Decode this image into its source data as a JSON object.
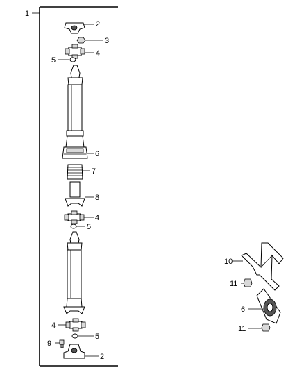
{
  "callouts": {
    "c1": "1",
    "c2_top": "2",
    "c3": "3",
    "c4_top": "4",
    "c5_top": "5",
    "c6_shaft": "6",
    "c7": "7",
    "c8": "8",
    "c4_mid": "4",
    "c5_mid": "5",
    "c4_bot": "4",
    "c5_bot": "5",
    "c9": "9",
    "c2_bot": "2",
    "c10": "10",
    "c11_top": "11",
    "c6_bracket": "6",
    "c11_bot": "11"
  }
}
